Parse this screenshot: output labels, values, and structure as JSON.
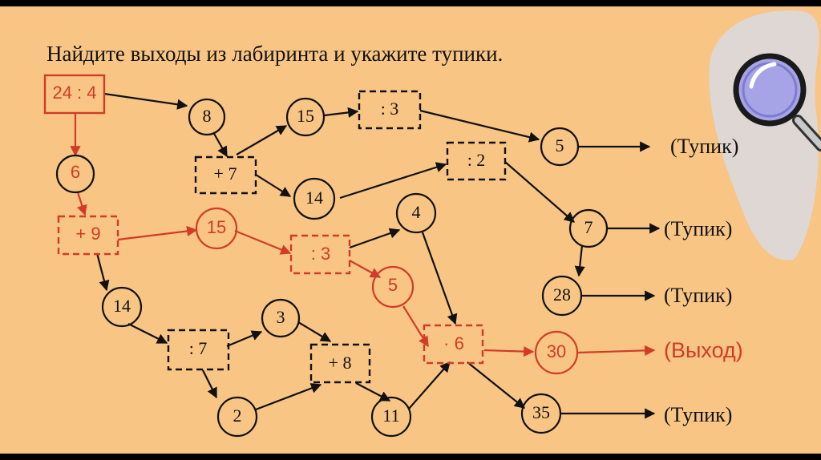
{
  "slide": {
    "title": "Найдите выходы из лабиринта и укажите тупики."
  },
  "colors": {
    "background": "#f8c584",
    "path": "#111111",
    "correct_path": "#d23b28"
  },
  "nodes": {
    "start": "24 : 4",
    "n6": "6",
    "op_plus9": "+ 9",
    "n15_red": "15",
    "op_div3_red": ": 3",
    "n5_red": "5",
    "op_mul6": "· 6",
    "n30": "30",
    "n8": "8",
    "op_plus7": "+ 7",
    "n15": "15",
    "op_div3": ": 3",
    "n5": "5",
    "n14_top": "14",
    "op_div2": ": 2",
    "n7": "7",
    "n28": "28",
    "n4": "4",
    "n14_bottom": "14",
    "op_div7": ": 7",
    "n3": "3",
    "op_plus8": "+ 8",
    "n2": "2",
    "n11": "11",
    "n35": "35"
  },
  "labels": {
    "deadend_1": "(Тупик)",
    "deadend_2": "(Тупик)",
    "deadend_3": "(Тупик)",
    "exit": "(Выход)",
    "deadend_4": "(Тупик)"
  },
  "icons": {
    "decoration": "magnifying-glass-icon"
  }
}
